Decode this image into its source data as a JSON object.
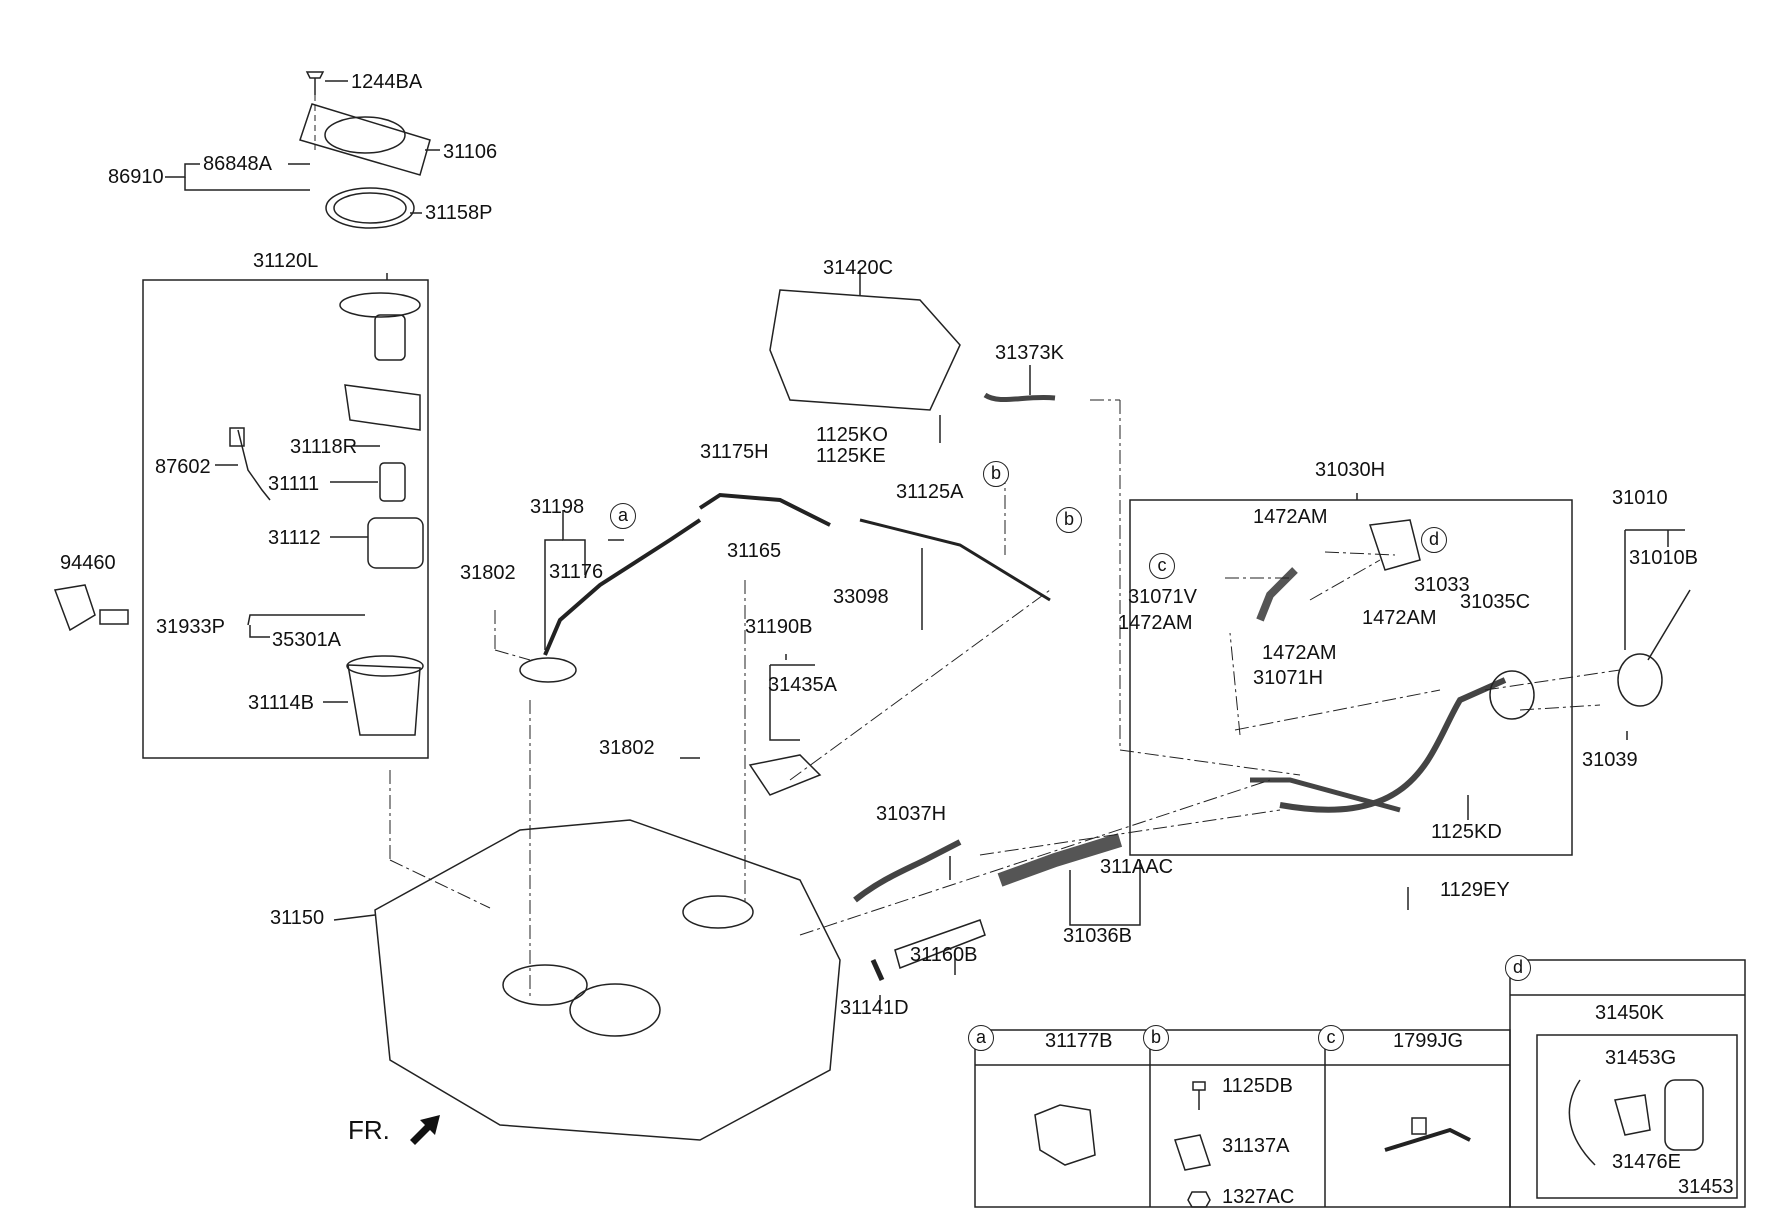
{
  "parts": {
    "p1244BA": "1244BA",
    "p31106": "31106",
    "p86910": "86910",
    "p86848A": "86848A",
    "p31158P": "31158P",
    "p31120L": "31120L",
    "p31118R": "31118R",
    "p87602": "87602",
    "p31111": "31111",
    "p31112": "31112",
    "p94460": "94460",
    "p31933P": "31933P",
    "p35301A": "35301A",
    "p31114B": "31114B",
    "p31420C": "31420C",
    "p31373K": "31373K",
    "p1125KO": "1125KO",
    "p1125KE": "1125KE",
    "p31175H": "31175H",
    "p31125A": "31125A",
    "p31198": "31198",
    "p31165": "31165",
    "p33098": "33098",
    "p31802a": "31802",
    "p31176": "31176",
    "p31190B": "31190B",
    "p31435A": "31435A",
    "p31802b": "31802",
    "p31030H": "31030H",
    "p1472AM_1": "1472AM",
    "p31071V": "31071V",
    "p1472AM_2": "1472AM",
    "p31033": "31033",
    "p31035C": "31035C",
    "p1472AM_3": "1472AM",
    "p1472AM_4": "1472AM",
    "p31071H": "31071H",
    "p31010": "31010",
    "p31010B": "31010B",
    "p31039": "31039",
    "p1125KD": "1125KD",
    "p1129EY": "1129EY",
    "p31037H": "31037H",
    "p311AAC": "311AAC",
    "p31036B": "31036B",
    "p31150": "31150",
    "p31160B": "31160B",
    "p31141D": "31141D"
  },
  "callouts": {
    "a": "a",
    "b": "b",
    "c": "c",
    "d": "d"
  },
  "legend": {
    "a": {
      "letter": "a",
      "part": "31177B"
    },
    "b": {
      "letter": "b",
      "parts": [
        "1125DB",
        "31137A",
        "1327AC"
      ]
    },
    "c": {
      "letter": "c",
      "part": "1799JG"
    },
    "d": {
      "letter": "d",
      "assembly": "31450K",
      "parts": [
        "31453G",
        "31476E",
        "31453"
      ]
    }
  },
  "front_marker": "FR."
}
